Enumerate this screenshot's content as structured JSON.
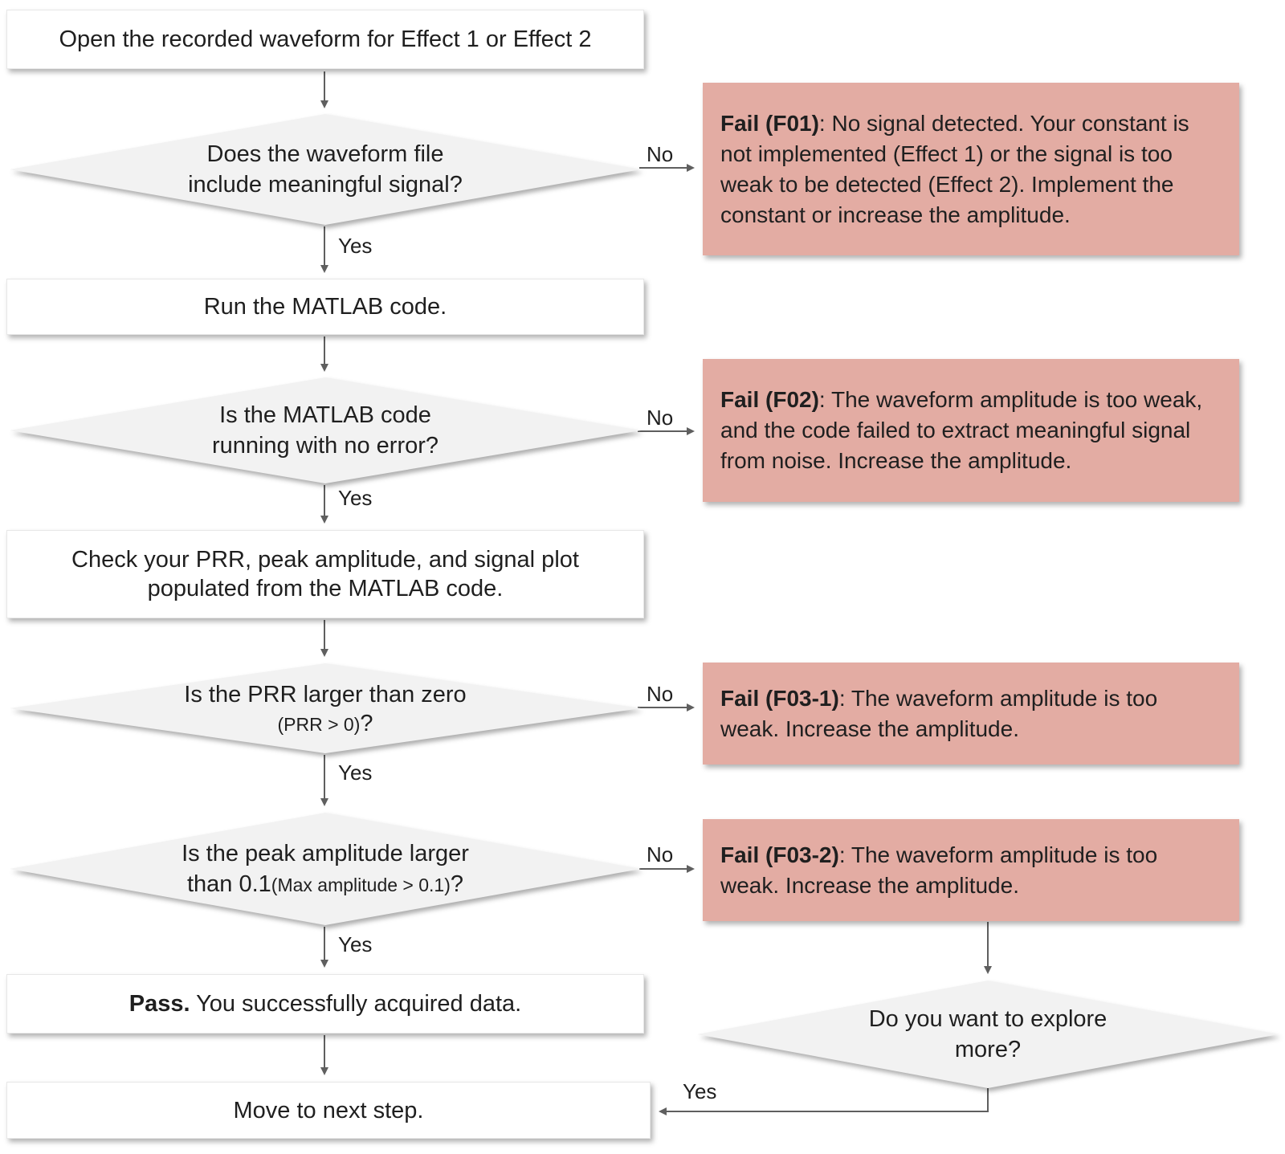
{
  "colors": {
    "fail_fill": "#e3aca3",
    "decision_fill": "#f2f2f2",
    "process_fill": "#ffffff",
    "arrow": "#5f5f5f",
    "text": "#1f1f1f"
  },
  "labels": {
    "yes": "Yes",
    "no": "No"
  },
  "nodes": {
    "start": {
      "text": "Open the recorded waveform for Effect 1 or Effect 2"
    },
    "d1": {
      "line1": "Does the waveform file",
      "line2": "include meaningful signal?"
    },
    "f01": {
      "bold": "Fail (F01)",
      "rest": ": No signal detected. Your constant is not implemented (Effect 1) or the signal is too weak to be detected (Effect 2). Implement the constant or increase the amplitude."
    },
    "run": {
      "text": "Run the MATLAB code."
    },
    "d2": {
      "line1": "Is the MATLAB code",
      "line2": "running with no error?"
    },
    "f02": {
      "bold": "Fail (F02)",
      "rest": ": The waveform amplitude is too weak, and the code failed to extract meaningful signal from noise. Increase the amplitude."
    },
    "check": {
      "line1": "Check your PRR, peak amplitude, and signal plot",
      "line2": "populated from the MATLAB code."
    },
    "d3": {
      "line1": "Is the PRR  larger than zero",
      "paren": "(PRR > 0)",
      "question": "?"
    },
    "f03_1": {
      "bold": "Fail (F03-1)",
      "rest": ": The waveform amplitude is too weak. Increase the amplitude."
    },
    "d4": {
      "line1": "Is the peak amplitude larger",
      "pre": "than 0.1",
      "paren": "(Max amplitude > 0.1)",
      "question": "?"
    },
    "f03_2": {
      "bold": "Fail (F03-2)",
      "rest": ": The waveform amplitude is too weak. Increase the amplitude."
    },
    "pass": {
      "bold": "Pass.",
      "rest": " You successfully acquired data."
    },
    "move": {
      "text": "Move to next step."
    },
    "d5": {
      "line1": "Do you want to explore",
      "line2": "more?"
    }
  }
}
